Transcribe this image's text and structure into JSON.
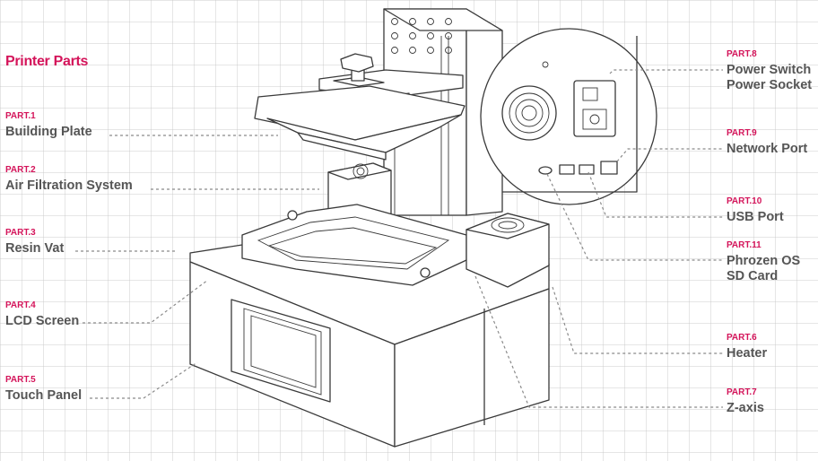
{
  "title": "Printer Parts",
  "accent_color": "#d4145a",
  "label_color": "#555555",
  "parts": [
    {
      "id": "part-1",
      "number": "PART.1",
      "names": [
        "Building Plate"
      ]
    },
    {
      "id": "part-2",
      "number": "PART.2",
      "names": [
        "Air Filtration System"
      ]
    },
    {
      "id": "part-3",
      "number": "PART.3",
      "names": [
        "Resin Vat"
      ]
    },
    {
      "id": "part-4",
      "number": "PART.4",
      "names": [
        "LCD Screen"
      ]
    },
    {
      "id": "part-5",
      "number": "PART.5",
      "names": [
        "Touch Panel"
      ]
    },
    {
      "id": "part-8",
      "number": "PART.8",
      "names": [
        "Power Switch",
        "Power Socket"
      ]
    },
    {
      "id": "part-9",
      "number": "PART.9",
      "names": [
        "Network Port"
      ]
    },
    {
      "id": "part-10",
      "number": "PART.10",
      "names": [
        "USB Port"
      ]
    },
    {
      "id": "part-11",
      "number": "PART.11",
      "names": [
        "Phrozen OS",
        "SD Card"
      ]
    },
    {
      "id": "part-6",
      "number": "PART.6",
      "names": [
        "Heater"
      ]
    },
    {
      "id": "part-7",
      "number": "PART.7",
      "names": [
        "Z-axis"
      ]
    }
  ]
}
